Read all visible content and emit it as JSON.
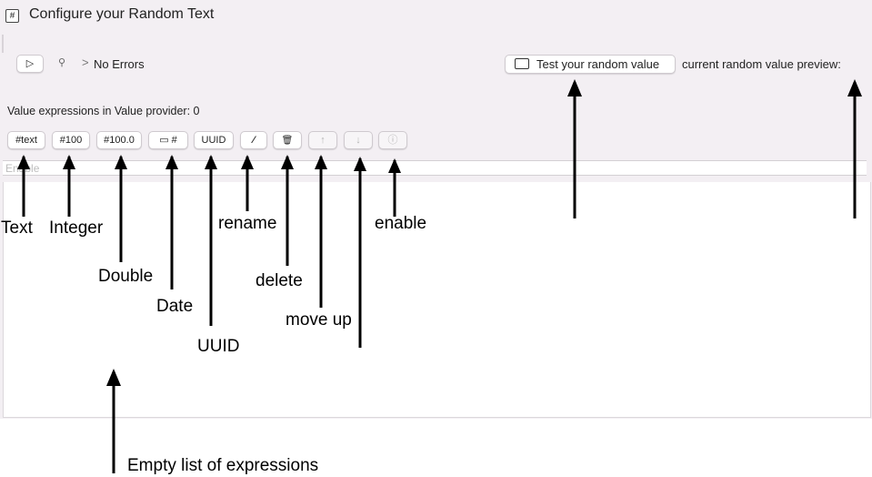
{
  "window": {
    "title": "Configure your Random Text",
    "title_icon": "#"
  },
  "run_bar": {
    "play_icon": "▷",
    "runner_icon": "⚲",
    "chevron": ">",
    "status": "No Errors",
    "test_button_label": "Test your random value",
    "preview_label": "current random value preview:"
  },
  "provider": {
    "count_label": "Value expressions in Value provider: 0"
  },
  "toolbar": {
    "text_label": "#text",
    "integer_label": "#100",
    "double_label": "#100.0",
    "date_label": "▭ #",
    "uuid_label": "UUID",
    "rename_icon": "⁄",
    "delete_icon": "🗑",
    "up_icon": "↑",
    "down_icon": "↓",
    "enable_icon": "ⓘ"
  },
  "list": {
    "column_header": "Enable",
    "rows": []
  },
  "annotations": {
    "text": "Text",
    "integer": "Integer",
    "double": "Double",
    "date": "Date",
    "uuid": "UUID",
    "rename": "rename",
    "delete": "delete",
    "move_up": "move up",
    "enable": "enable",
    "empty_list": "Empty list of expressions"
  }
}
